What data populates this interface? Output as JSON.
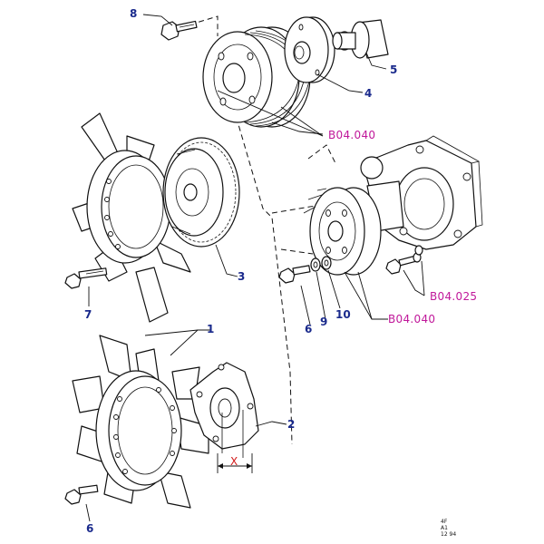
{
  "callouts": {
    "c8": "8",
    "c5": "5",
    "c4": "4",
    "c3": "3",
    "c7": "7",
    "c1": "1",
    "c6a": "6",
    "c9": "9",
    "c10": "10",
    "c2": "2",
    "c6b": "6"
  },
  "references": {
    "r1": "B04.040",
    "r2": "B04.025",
    "r3": "B04.040"
  },
  "dimension": {
    "label": "X"
  },
  "footer": {
    "line1": "4F",
    "line2": "A1",
    "line3": "12 94"
  },
  "colors": {
    "callout": "#1a2a8c",
    "reference": "#c0189a",
    "dimension": "#d21c1c"
  }
}
